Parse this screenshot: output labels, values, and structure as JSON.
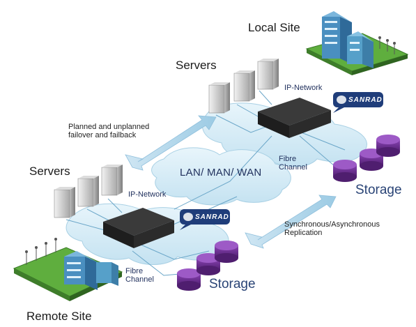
{
  "labels": {
    "local_site": "Local Site",
    "remote_site": "Remote Site",
    "servers_top": "Servers",
    "servers_left": "Servers",
    "ip_network_top": "IP-Network",
    "ip_network_bottom": "IP-Network",
    "lan_man_wan": "LAN/ MAN/ WAN",
    "fibre_channel_top": "Fibre\nChannel",
    "fibre_channel_bottom": "Fibre\nChannel",
    "storage_right": "Storage",
    "storage_bottom": "Storage",
    "failover_note": "Planned and unplanned\nfailover and failback",
    "replication_note": "Synchronous/Asynchronous\nReplication",
    "brand_top": "SANRAD",
    "brand_bottom": "SANRAD"
  },
  "colors": {
    "cloud": "#d6ecf6",
    "cloud_edge": "#9fcbe0",
    "storage": "#6b2f8f",
    "switch": "#2b2b2b",
    "brand_tag": "#1f3d7a",
    "arrow": "#b9d9ec",
    "building_blue": "#4a8fc0",
    "grass": "#5fae3e"
  }
}
